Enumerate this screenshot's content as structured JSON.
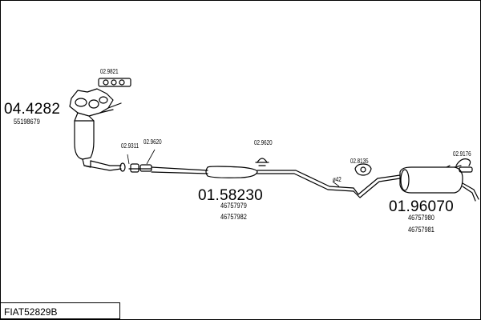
{
  "parts": {
    "manifold_cat": {
      "number": "04.4282",
      "oe": "55198679"
    },
    "manifold_gasket": {
      "number": "02.9821"
    },
    "flange_gasket": {
      "number": "02.9311"
    },
    "clamp_front": {
      "number": "02.9620"
    },
    "middle_pipe": {
      "number": "01.58230",
      "oe": [
        "46757979",
        "46757982"
      ]
    },
    "clamp_mid": {
      "number": "02.9620"
    },
    "hanger_mid": {
      "number": "02.8135"
    },
    "pipe_diameter": {
      "text": "ø42"
    },
    "rear_silencer": {
      "number": "01.96070",
      "oe": [
        "46757980",
        "46757981"
      ]
    },
    "hanger_rear": {
      "number": "02.9176"
    }
  },
  "footer": {
    "code": "FIAT52829B"
  }
}
